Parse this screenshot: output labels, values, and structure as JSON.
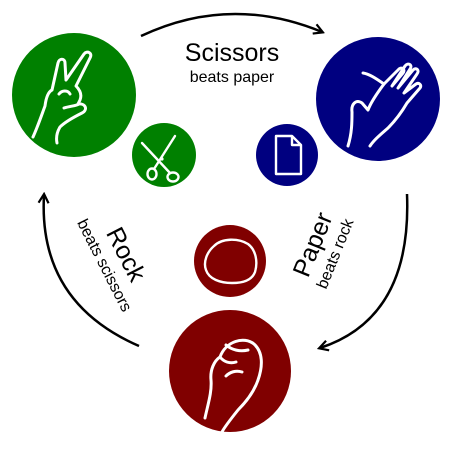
{
  "scissors": {
    "title": "Scissors",
    "subtitle": "beats paper"
  },
  "paper": {
    "title": "Paper",
    "subtitle": "beats rock"
  },
  "rock": {
    "title": "Rock",
    "subtitle": "beats scissors"
  },
  "colors": {
    "scissors": "#008000",
    "paper": "#000080",
    "rock": "#800000",
    "outline": "#ffffff",
    "arrow": "#000000"
  },
  "icons": {
    "scissors_hand": "peace-sign-hand-icon",
    "scissors_object": "scissors-icon",
    "paper_hand": "open-hand-icon",
    "paper_object": "paper-sheet-icon",
    "rock_hand": "fist-icon",
    "rock_object": "rock-icon"
  }
}
